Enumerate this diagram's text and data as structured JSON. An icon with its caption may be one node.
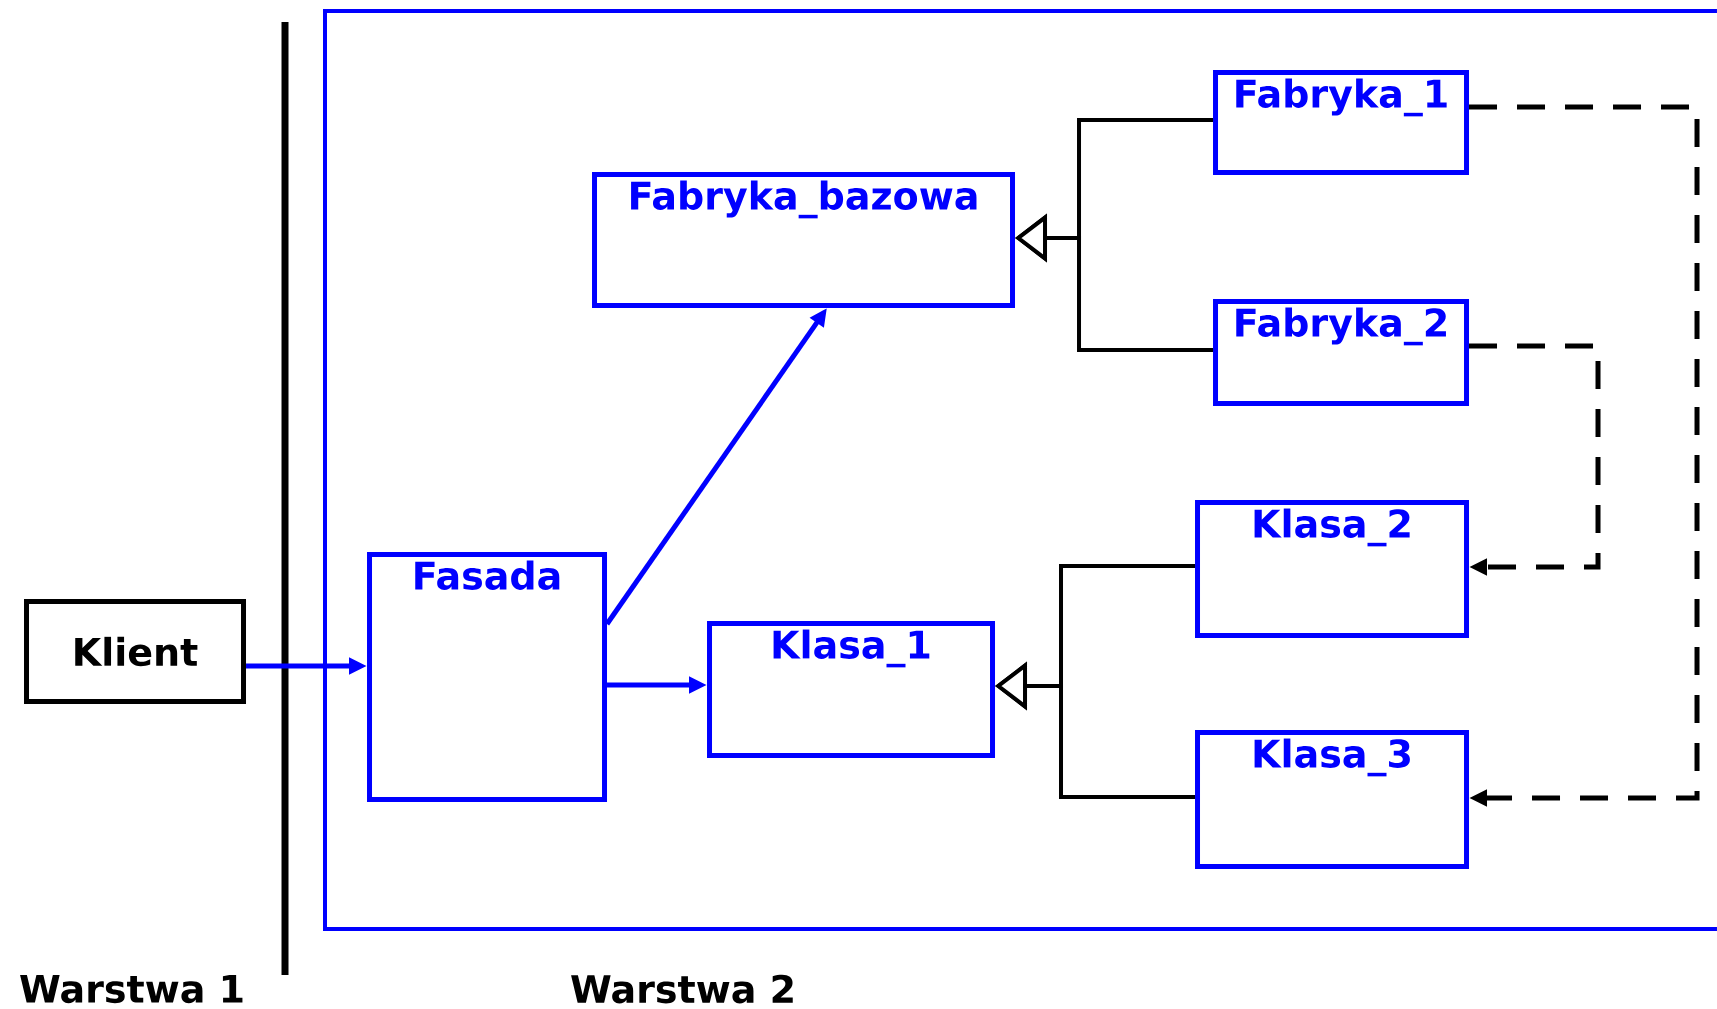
{
  "diagram": {
    "nodes": [
      {
        "text": [
          "Klient"
        ]
      },
      {
        "text": [
          "Fasada"
        ]
      },
      {
        "text": [
          "Fabryka_bazowa"
        ]
      },
      {
        "text": [
          "Fabryka_1"
        ]
      },
      {
        "text": [
          "Fabryka_2"
        ]
      },
      {
        "text": [
          "Klasa_1"
        ]
      },
      {
        "text": [
          "Klasa_2"
        ]
      },
      {
        "text": [
          "Klasa_3"
        ]
      }
    ],
    "edges": [
      {
        "from": 0,
        "to": 1,
        "arrow": "to",
        "color": "#0000ff"
      },
      {
        "from": 1,
        "to": 2,
        "arrow": "to",
        "color": "#0000ff"
      },
      {
        "from": 1,
        "to": 5,
        "arrow": "to",
        "color": "#0000ff"
      },
      {
        "from": 3,
        "to": 2,
        "arrow": "to"
      },
      {
        "from": 4,
        "to": 2,
        "arrow": "to"
      },
      {
        "from": 6,
        "to": 5,
        "arrow": "to"
      },
      {
        "from": 7,
        "to": 5,
        "arrow": "to"
      },
      {
        "from": 3,
        "to": 7,
        "arrow": "to",
        "style": "dashed"
      },
      {
        "from": 4,
        "to": 6,
        "arrow": "to",
        "style": "dashed"
      }
    ],
    "labels": [
      "Warstwa 1",
      "Warstwa 2"
    ]
  }
}
